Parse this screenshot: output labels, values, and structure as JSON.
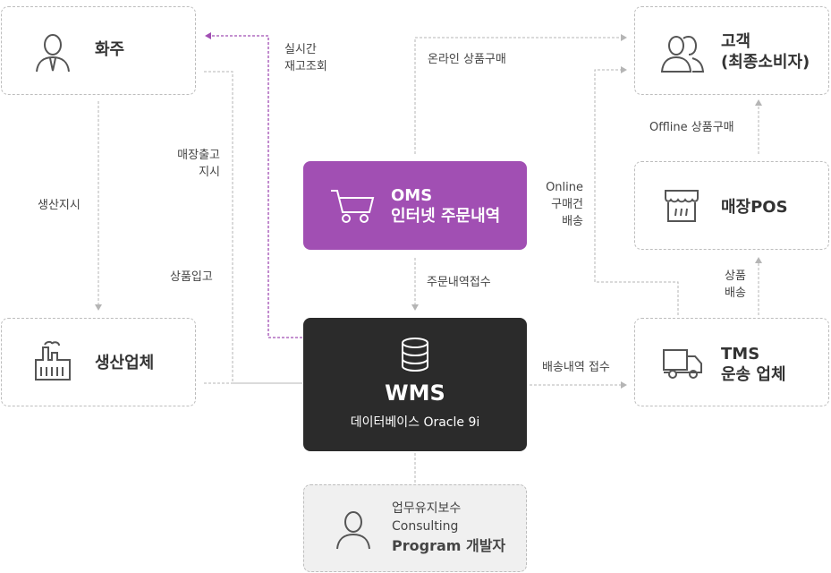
{
  "nodes": {
    "shipper": "화주",
    "customer_line1": "고객",
    "customer_line2": "(최종소비자)",
    "oms_line1": "OMS",
    "oms_line2": "인터넷 주문내역",
    "store_pos": "매장POS",
    "manufacturer": "생산업체",
    "wms_title": "WMS",
    "wms_sub": "데이터베이스 Oracle 9i",
    "tms_line1": "TMS",
    "tms_line2": "운송 업체",
    "dev_line1": "업무유지보수",
    "dev_line2": "Consulting",
    "dev_line3": "Program 개발자"
  },
  "labels": {
    "realtime_1": "실시간",
    "realtime_2": "재고조회",
    "online_purchase": "온라인 상품구매",
    "store_ship_1": "매장출고",
    "store_ship_2": "지시",
    "production_order": "생산지시",
    "goods_in": "상품입고",
    "offline_purchase": "Offline 상품구매",
    "online_case_1": "Online",
    "online_case_2": "구매건",
    "online_case_3": "배송",
    "order_receipt": "주문내역접수",
    "goods_delivery_1": "상품",
    "goods_delivery_2": "배송",
    "delivery_receipt": "배송내역 접수"
  },
  "colors": {
    "oms": "#a14fb3",
    "wms": "#2b2b2b",
    "line": "#b5b5b5",
    "purple_line": "#a14fb3",
    "icon": "#555555"
  },
  "icons": [
    "person-icon",
    "people-icon",
    "cart-icon",
    "store-icon",
    "factory-icon",
    "database-icon",
    "truck-icon",
    "person-icon"
  ]
}
